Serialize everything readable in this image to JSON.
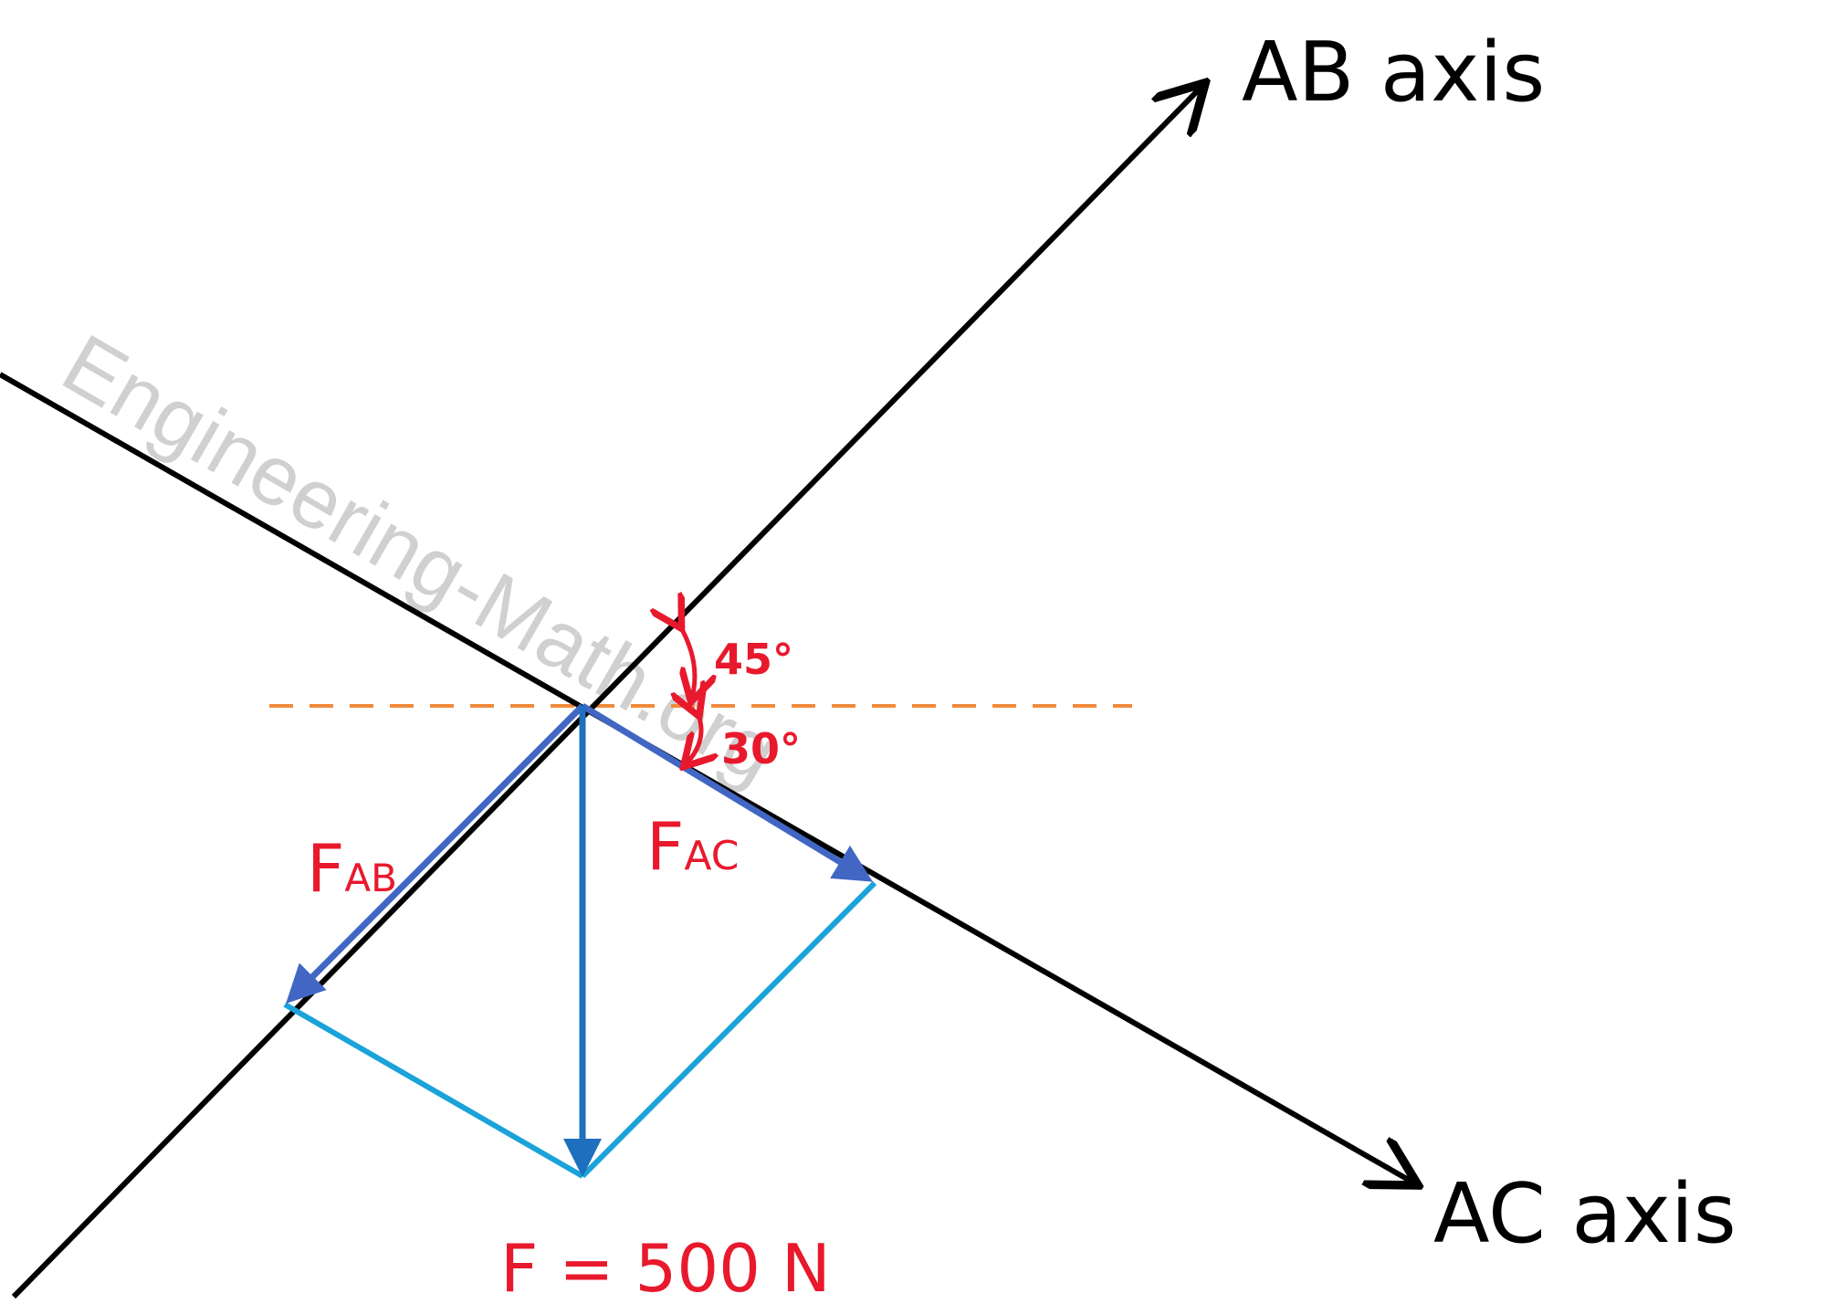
{
  "labels": {
    "ab_axis": "AB axis",
    "ac_axis": "AC axis",
    "angle_45": "45°",
    "angle_30": "30°",
    "f_ab_main": "F",
    "f_ab_sub": "AB",
    "f_ac_main": "F",
    "f_ac_sub": "AC",
    "force": "F = 500 N"
  },
  "watermark": "Engineering-Math.org",
  "colors": {
    "axis": "#000000",
    "annotation": "#e8192c",
    "force_vector": "#1f6fbf",
    "component_vector": "#4166c4",
    "parallelogram": "#1aa3d9",
    "horizontal_reference": "#f08a3c",
    "watermark": "#c8c8c8"
  }
}
